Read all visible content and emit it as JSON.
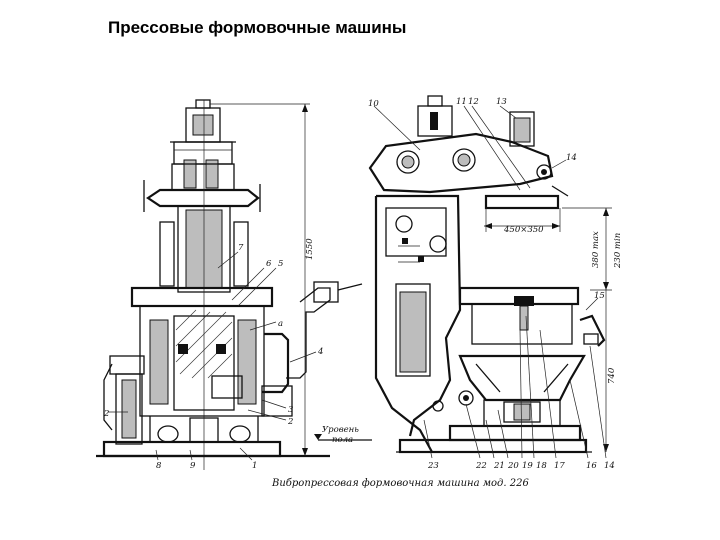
{
  "title": "Прессовые формовочные машины",
  "caption": "Вибропрессовая формовочная машина мод. 226",
  "left_view": {
    "callouts": [
      "7",
      "6",
      "5",
      "a",
      "4",
      "3",
      "2",
      "2",
      "8",
      "9",
      "1"
    ],
    "dimension_height": "1550",
    "floor_label_line1": "Уровень",
    "floor_label_line2": "пола"
  },
  "right_view": {
    "callouts_top": [
      "10",
      "11",
      "12",
      "13",
      "14"
    ],
    "callouts_bottom": [
      "23",
      "22",
      "21",
      "20",
      "19",
      "18",
      "17",
      "16",
      "14"
    ],
    "callout_15": "15",
    "dim_table": "450×350",
    "dim_stroke": "380 max",
    "dim_stroke2": "230 min",
    "dim_height": "740"
  }
}
